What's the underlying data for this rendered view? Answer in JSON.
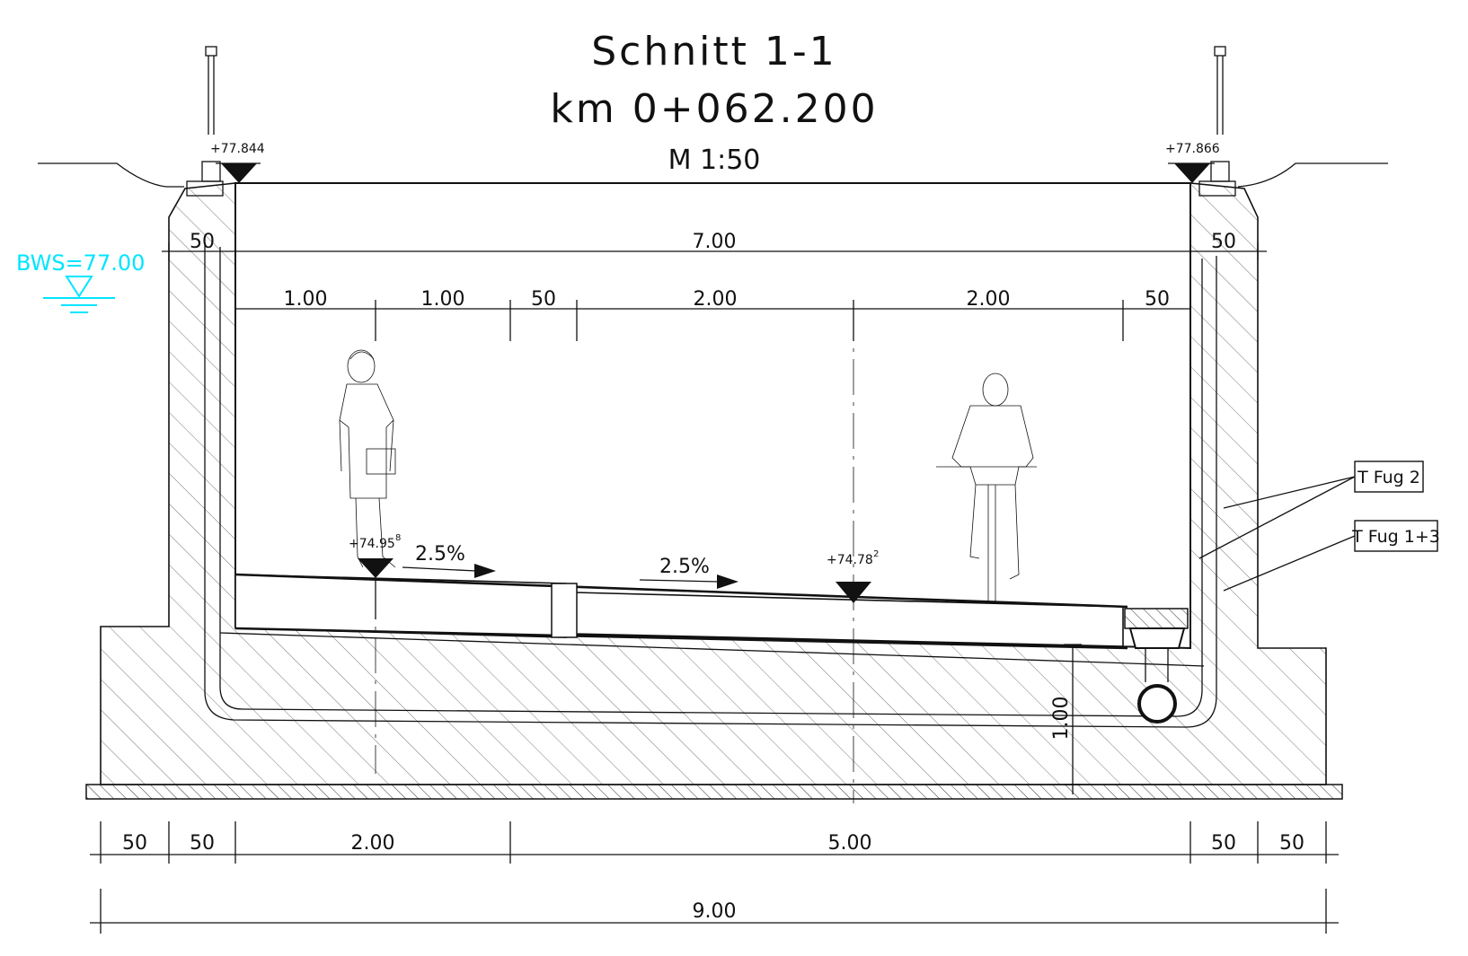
{
  "title": {
    "line1": "Schnitt 1-1",
    "line2": "km 0+062.200",
    "scale": "M 1:50"
  },
  "water_level": {
    "label": "BWS=77.00",
    "color": "#00e5ff"
  },
  "elevations": {
    "left_top": "+77.844",
    "right_top": "+77.866",
    "left_floor": "+74.95",
    "left_floor_sup": "8",
    "center_floor": "+74.78",
    "center_floor_sup": "2"
  },
  "slopes": {
    "left": "2.5%",
    "right": "2.5%"
  },
  "dimensions": {
    "left_wall_top": "50",
    "right_wall_top": "50",
    "inner_width": "7.00",
    "inner_segments": [
      "1.00",
      "1.00",
      "50",
      "2.00",
      "2.00",
      "50"
    ],
    "slab_height": "1.00",
    "bottom_segments": [
      "50",
      "50",
      "2.00",
      "5.00",
      "50",
      "50"
    ],
    "total_width": "9.00"
  },
  "callouts": {
    "joint_a": "T Fug 2",
    "joint_b": "T Fug 1+3"
  }
}
